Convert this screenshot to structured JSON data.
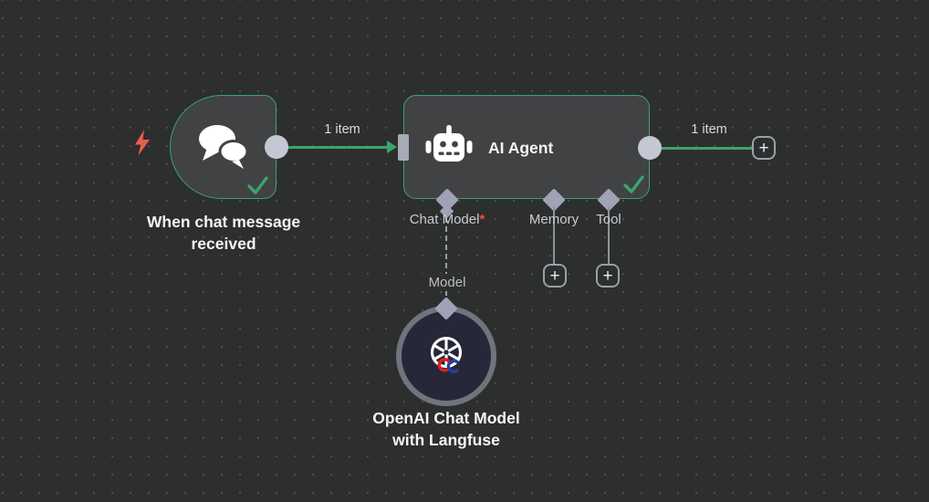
{
  "colors": {
    "canvas_bg": "#2d2e2e",
    "dot": "#4c4d4d",
    "accent_green": "#3aa46e",
    "node_fill": "#414244",
    "connector_gray": "#c3c8d4",
    "endpoint_lavender": "#9fa3b5",
    "required_red": "#ea4f45",
    "bolt_orange": "#e9604a",
    "ring_gray": "#71737d",
    "model_circle_fill": "#262739"
  },
  "trigger_node": {
    "title": "When chat message received",
    "icon": "chat-bubbles-icon",
    "status": "success"
  },
  "agent_node": {
    "title": "AI Agent",
    "icon": "robot-icon",
    "status": "success",
    "sub_inputs": [
      {
        "label": "Chat Model",
        "required": "*"
      },
      {
        "label": "Memory",
        "required": ""
      },
      {
        "label": "Tool",
        "required": ""
      }
    ]
  },
  "model_node": {
    "title": "OpenAI Chat Model with Langfuse",
    "icon": "openai-logo-icon"
  },
  "connections": {
    "trigger_to_agent_label": "1 item",
    "agent_output_label": "1 item",
    "model_link_label": "Model"
  },
  "buttons": {
    "add_next_node_plus": "+",
    "add_memory_plus": "+",
    "add_tool_plus": "+"
  }
}
